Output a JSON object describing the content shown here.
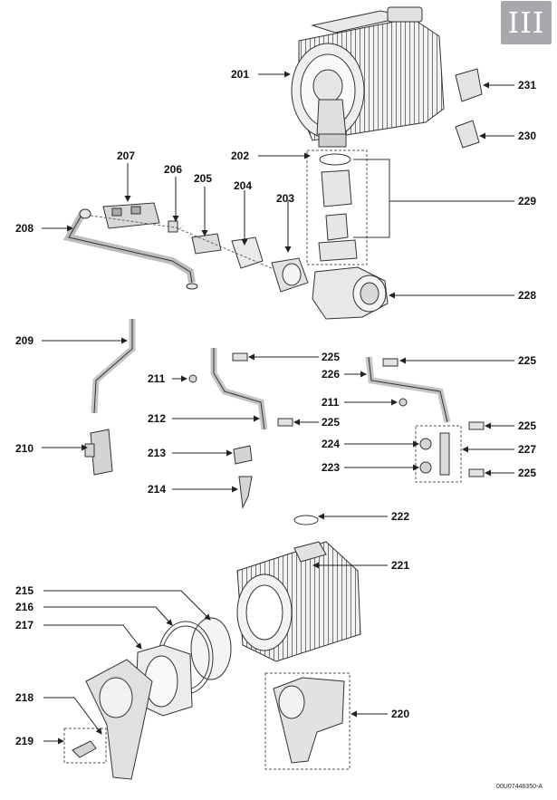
{
  "badge": {
    "text": "III"
  },
  "reference": "00U07446350-A",
  "labels": [
    {
      "id": "201",
      "text": "201"
    },
    {
      "id": "202",
      "text": "202"
    },
    {
      "id": "203",
      "text": "203"
    },
    {
      "id": "204",
      "text": "204"
    },
    {
      "id": "205",
      "text": "205"
    },
    {
      "id": "206",
      "text": "206"
    },
    {
      "id": "207",
      "text": "207"
    },
    {
      "id": "208",
      "text": "208"
    },
    {
      "id": "209",
      "text": "209"
    },
    {
      "id": "210",
      "text": "210"
    },
    {
      "id": "211a",
      "text": "211"
    },
    {
      "id": "211b",
      "text": "211"
    },
    {
      "id": "212",
      "text": "212"
    },
    {
      "id": "213",
      "text": "213"
    },
    {
      "id": "214",
      "text": "214"
    },
    {
      "id": "215",
      "text": "215"
    },
    {
      "id": "216",
      "text": "216"
    },
    {
      "id": "217",
      "text": "217"
    },
    {
      "id": "218",
      "text": "218"
    },
    {
      "id": "219",
      "text": "219"
    },
    {
      "id": "220",
      "text": "220"
    },
    {
      "id": "221",
      "text": "221"
    },
    {
      "id": "222",
      "text": "222"
    },
    {
      "id": "223",
      "text": "223"
    },
    {
      "id": "224",
      "text": "224"
    },
    {
      "id": "225a",
      "text": "225"
    },
    {
      "id": "225b",
      "text": "225"
    },
    {
      "id": "225c",
      "text": "225"
    },
    {
      "id": "225d",
      "text": "225"
    },
    {
      "id": "225e",
      "text": "225"
    },
    {
      "id": "226",
      "text": "226"
    },
    {
      "id": "227",
      "text": "227"
    },
    {
      "id": "228",
      "text": "228"
    },
    {
      "id": "229",
      "text": "229"
    },
    {
      "id": "230",
      "text": "230"
    },
    {
      "id": "231",
      "text": "231"
    }
  ]
}
